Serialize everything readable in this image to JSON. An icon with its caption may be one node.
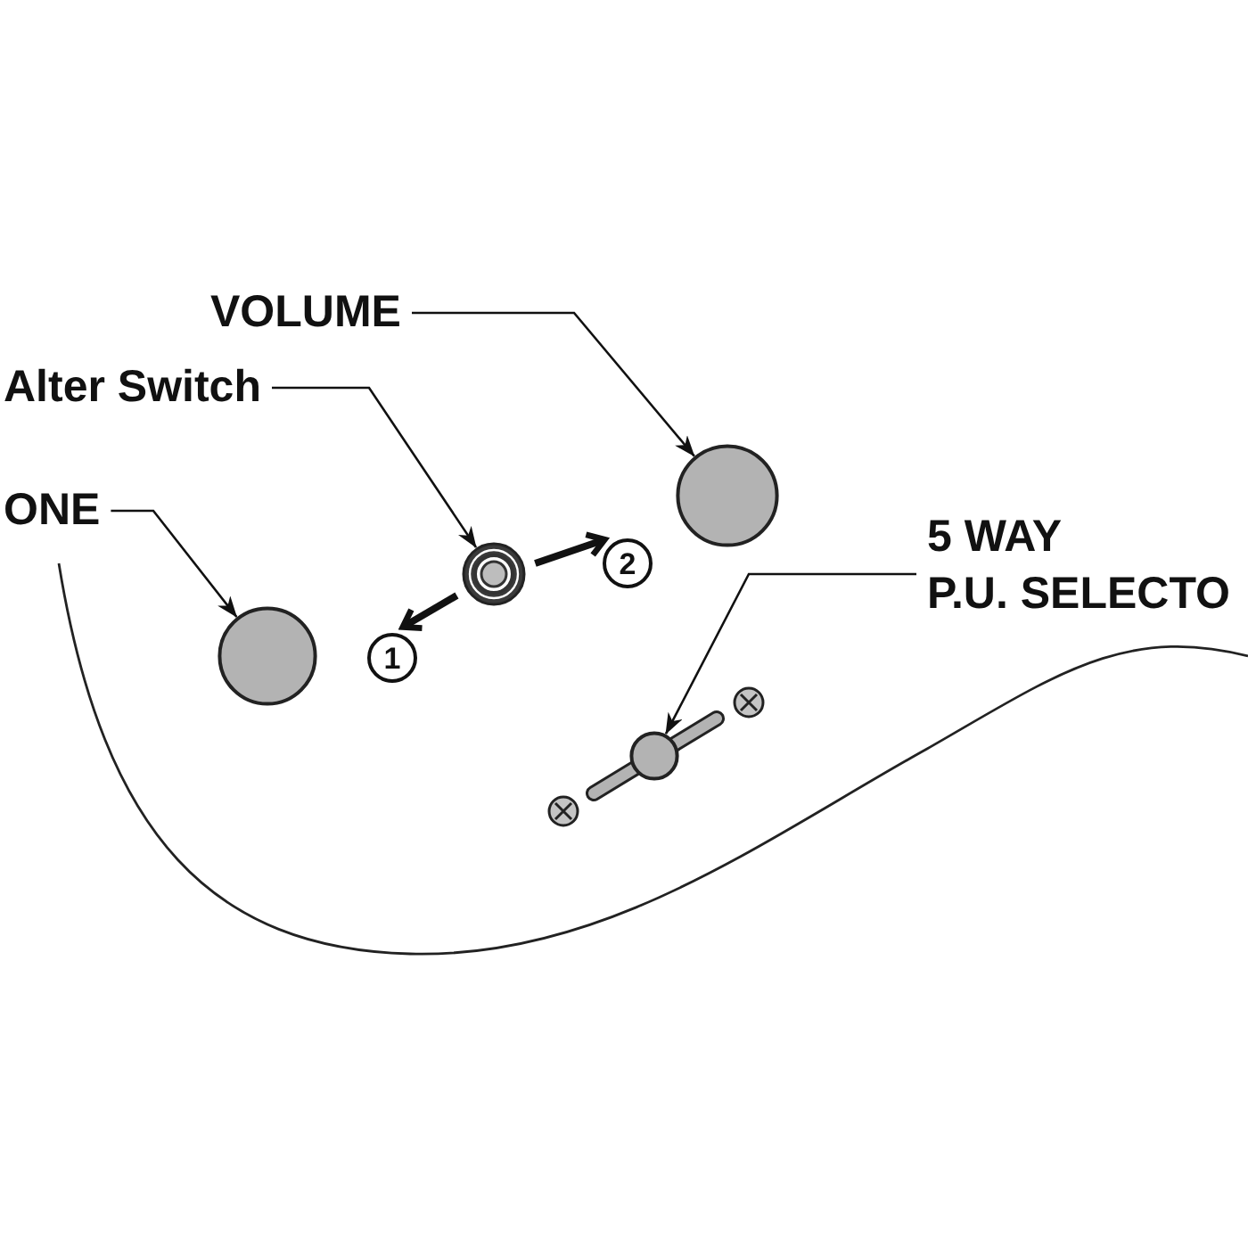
{
  "diagram": {
    "nodes": [
      {
        "text": [
          "VOLUME"
        ]
      },
      {
        "text": [
          "Alter Switch"
        ]
      },
      {
        "text": [],
        "shape": "circle"
      },
      {
        "text": [
          "ONE"
        ]
      },
      {
        "text": [],
        "shape": "circle"
      },
      {
        "text": [
          "2"
        ]
      },
      {
        "text": [
          "5 WAY P.U. SELECTO"
        ]
      },
      {
        "text": [
          "1"
        ]
      },
      {
        "text": [],
        "shape": "circle"
      },
      {
        "text": [],
        "shape": "circle"
      }
    ],
    "edges": [
      {
        "from": 0,
        "to": 2,
        "arrow": "to"
      },
      {
        "from": 1,
        "to": 4,
        "arrow": "to"
      },
      {
        "from": 3,
        "to": 8,
        "arrow": "to"
      },
      {
        "from": 4,
        "to": 5,
        "arrow": "to",
        "style": "thick"
      },
      {
        "from": 6,
        "to": 9,
        "arrow": "to"
      },
      {
        "from": 4,
        "to": 7,
        "arrow": "to",
        "style": "thick"
      }
    ]
  }
}
